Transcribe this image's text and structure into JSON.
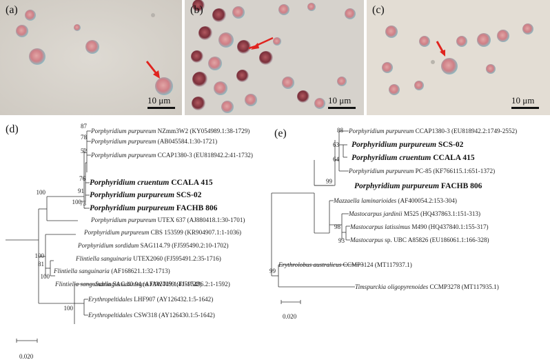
{
  "figure": {
    "micrographs": [
      {
        "letter": "(a)",
        "scale": "10 μm"
      },
      {
        "letter": "(b)",
        "scale": "10 μm"
      },
      {
        "letter": "(c)",
        "scale": "10 μm"
      }
    ],
    "tree_d": {
      "letter": "(d)",
      "scale": "0.020",
      "tips": [
        {
          "i": "Porphyridium purpureum",
          "r": " NZmm3W2 (KY054989.1:38-1729)"
        },
        {
          "i": "Porphyridium purpureum",
          "r": " (AB045584.1:30-1721)"
        },
        {
          "i": "Porphyridium purpureum",
          "r": " CCAP1380-3 (EU818942.2:41-1732)"
        },
        {
          "i": "Porphyridium cruentum",
          "r": " CCALA 415"
        },
        {
          "i": "Porphyridium purpureum",
          "r": " SCS-02"
        },
        {
          "i": "Porphyridium purpureum",
          "r": " FACHB 806"
        },
        {
          "i": "Porphyridium purpureum",
          "r": " UTEX 637 (AJ880418.1:30-1701)"
        },
        {
          "i": "Porphyridium purpureum",
          "r": " CBS 153599 (KR904907.1:1-1036)"
        },
        {
          "i": "Porphyridium sordidum",
          "r": " SAG114.79 (FJ595490.2:10-1702)"
        },
        {
          "i": "Flintiella sanguinaria",
          "r": " UTEX2060 (FJ595491.2:35-1716)"
        },
        {
          "i": "Flintiella sanguinaria",
          "r": " (AF168621.1:32-1713)"
        },
        {
          "i": "Flintiella sanguinaria",
          "r": " SAG:40.94 (AF342749.1:41-1722)"
        },
        {
          "i": "Sahlingia subintegra",
          "r": " JAW4059 (FJ595496.2:1-1592)"
        },
        {
          "i": "Erythropeltidales",
          "r": " LHF907 (AY126432.1:5-1642)"
        },
        {
          "i": "Erythropeltidales",
          "r": " CSW318 (AY126430.1:5-1642)"
        }
      ],
      "supports": [
        "87",
        "78",
        "52",
        "76",
        "91",
        "73",
        "100",
        "100",
        "100",
        "81",
        "100",
        "100"
      ]
    },
    "tree_e": {
      "letter": "(e)",
      "scale": "0.020",
      "tips": [
        {
          "i": "Porphyridium purpureum",
          "r": " CCAP1380-3 (EU818942.2:1749-2552)"
        },
        {
          "i": "Porphyridium purpureum",
          "r": " SCS-02"
        },
        {
          "i": "Porphyridium cruentum",
          "r": " CCALA 415"
        },
        {
          "i": "Porphyridium purpureum",
          "r": " PC-85 (KF766115.1:651-1372)"
        },
        {
          "i": "Porphyridium purpureum",
          "r": " FACHB 806"
        },
        {
          "i": "Mazzaella laminarioides",
          "r": " (AF400054.2:153-304)"
        },
        {
          "i": "Mastocarpus jardinii",
          "r": " M525 (HQ437863.1:151-313)"
        },
        {
          "i": "Mastocarpus latissimus",
          "r": " M490 (HQ437840.1:155-317)"
        },
        {
          "i": "Mastocarpus",
          "r": " sp. UBC A85826 (EU186061.1:166-328)"
        },
        {
          "i": "Erythrolobus australicus",
          "r": " CCMP3124 (MT117937.1)"
        },
        {
          "i": "Timspurckia oligopyrenoides",
          "r": " CCMP3278 (MT117935.1)"
        }
      ],
      "supports": [
        "88",
        "63",
        "64",
        "99",
        "98",
        "93",
        "99"
      ]
    }
  }
}
